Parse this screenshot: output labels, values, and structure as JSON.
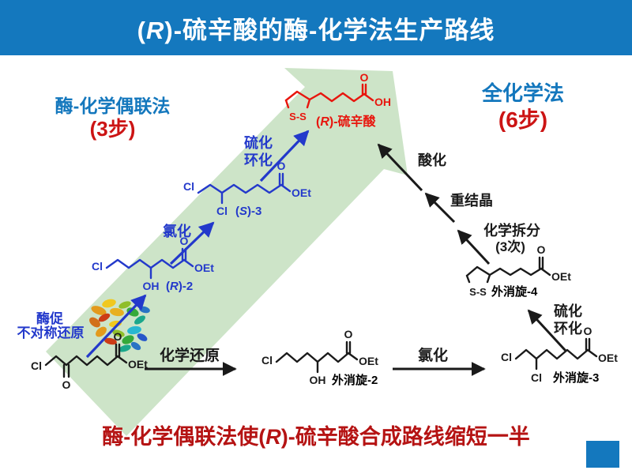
{
  "slide": {
    "title": {
      "pre": "(",
      "it": "R",
      "suf": ")-硫辛酸的酶-化学法生产路线"
    },
    "left_method": {
      "name": "酶-化学偶联法",
      "steps": "(3步)"
    },
    "right_method": {
      "name": "全化学法",
      "steps": "(6步)"
    },
    "footer": {
      "pre": "酶-化学偶联法使(",
      "it": "R",
      "suf": ")-硫辛酸合成路线缩短一半"
    }
  },
  "route_labels": {
    "enzyme_line1": "酶促",
    "enzyme_line2": "不对称还原",
    "blue_chlorination": "氯化",
    "blue_sulfur": "硫化",
    "blue_cyclization": "环化",
    "chem_reduction": "化学还原",
    "black_chlorination": "氯化",
    "black_sulfur": "硫化",
    "black_cyclization": "环化",
    "resolution": "化学拆分",
    "resolution_times": "(3次)",
    "recrystallization": "重结晶",
    "acidification": "酸化"
  },
  "structures": {
    "ketoester": {
      "cl": "Cl",
      "ketone_o": "O",
      "ester_o": "O",
      "oet": "OEt"
    },
    "rac2": {
      "cl": "Cl",
      "oh": "OH",
      "ester_o": "O",
      "oet": "OEt",
      "name": "外消旋-2"
    },
    "rac3": {
      "cl": "Cl",
      "cl_sub": "Cl",
      "ester_o": "O",
      "oet": "OEt",
      "name": "外消旋-3"
    },
    "rac4": {
      "ss": "S-S",
      "ester_o": "O",
      "oet": "OEt",
      "name": "外消旋-4"
    },
    "r2": {
      "cl": "Cl",
      "oh": "OH",
      "ester_o": "O",
      "oet": "OEt",
      "name_pre": "(",
      "name_it": "R",
      "name_suf": ")-2"
    },
    "s3": {
      "cl": "Cl",
      "cl_sub": "Cl",
      "ester_o": "O",
      "oet": "OEt",
      "name_pre": "(",
      "name_it": "S",
      "name_suf": ")-3"
    },
    "lipoic": {
      "ss": "S-S",
      "acid_o": "O",
      "acid_oh": "OH",
      "name_pre": "(",
      "name_it": "R",
      "name_suf": ")-硫辛酸"
    }
  },
  "colors": {
    "banner_blue": "#1478be",
    "method_blue": "#1377bd",
    "royal_blue": "#2339cb",
    "step_red": "#cc1414",
    "footer_red": "#b51313",
    "structure_red": "#e8150d",
    "green_arrow": "#cde4c8",
    "black": "#1a1a1a"
  }
}
